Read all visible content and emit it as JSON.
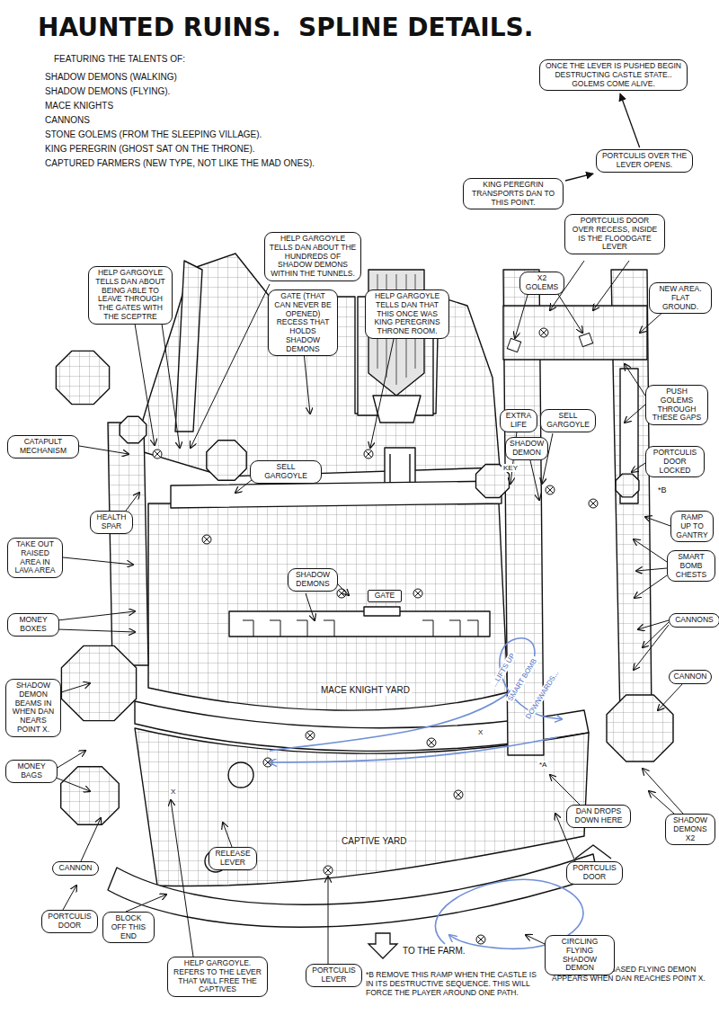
{
  "diagram": {
    "title": "HAUNTED RUINS.  SPLINE DETAILS.",
    "nodes": [
      {
        "text": [
          "ONCE THE LEVER IS PUSHED BEGIN DESTRUCTING CASTLE STATE.. GOLEMS COME ALIVE."
        ]
      },
      {
        "text": [
          "PORTCULIS OVER THE LEVER OPENS."
        ]
      },
      {
        "text": [
          "KING PEREGRIN TRANSPORTS DAN TO THIS POINT."
        ]
      },
      {
        "text": [
          "PORTCULIS DOOR OVER RECESS, INSIDE IS THE FLOODGATE LEVER"
        ]
      },
      {
        "text": [
          "HELP GARGOYLE TELLS DAN ABOUT THE HUNDREDS OF SHADOW DEMONS WITHIN THE TUNNELS."
        ]
      },
      {
        "text": [
          "HELP GARGOYLE TELLS DAN ABOUT BEING ABLE TO LEAVE THROUGH THE GATES WITH THE SCEPTRE"
        ]
      },
      {
        "text": [
          "X2 GOLEMS"
        ]
      },
      {
        "text": [
          "NEW AREA. FLAT GROUND."
        ]
      },
      {
        "text": [
          "GATE (THAT CAN NEVER BE OPENED) RECESS THAT HOLDS SHADOW DEMONS"
        ]
      },
      {
        "text": [
          "HELP GARGOYLE TELLS DAN THAT THIS ONCE WAS KING PEREGRINS THRONE ROOM."
        ]
      },
      {
        "text": [
          "PUSH GOLEMS THROUGH THESE GAPS"
        ]
      },
      {
        "text": [
          "EXTRA LIFE"
        ]
      },
      {
        "text": [
          "SELL GARGOYLE"
        ]
      },
      {
        "text": [
          "CATAPULT MECHANISM"
        ]
      },
      {
        "text": [
          "SHADOW DEMON"
        ]
      },
      {
        "text": [
          "PORTCULIS DOOR LOCKED"
        ]
      },
      {
        "text": [
          "SELL GARGOYLE"
        ]
      },
      {
        "text": [
          "HEALTH SPAR"
        ]
      },
      {
        "text": [
          "RAMP UP TO GANTRY"
        ]
      },
      {
        "text": [
          "TAKE OUT RAISED AREA IN LAVA AREA"
        ]
      },
      {
        "text": [
          "SMART BOMB CHESTS"
        ]
      },
      {
        "text": [
          "SHADOW DEMONS"
        ]
      },
      {
        "text": [
          "GATE"
        ]
      },
      {
        "text": [
          "MONEY BOXES"
        ]
      },
      {
        "text": [
          "CANNONS"
        ]
      },
      {
        "text": [
          "CANNON"
        ]
      },
      {
        "text": [
          "SHADOW DEMON BEAMS IN WHEN DAN NEARS POINT X."
        ]
      },
      {
        "text": [
          "MONEY BAGS"
        ]
      },
      {
        "text": [
          "DAN DROPS DOWN HERE"
        ]
      },
      {
        "text": [
          "SHADOW DEMONS X2"
        ]
      },
      {
        "text": [
          "RELEASE LEVER"
        ]
      },
      {
        "text": [
          "PORTCULIS DOOR"
        ]
      },
      {
        "text": [
          "CANNON"
        ]
      },
      {
        "text": [
          "PORTCULIS DOOR"
        ]
      },
      {
        "text": [
          "BLOCK OFF THIS END"
        ]
      },
      {
        "text": [
          "CIRCLING FLYING SHADOW DEMON"
        ]
      },
      {
        "text": [
          "HELP GARGOYLE. REFERS TO THE LEVER THAT WILL FREE THE CAPTIVES"
        ]
      },
      {
        "text": [
          "PORTCULIS LEVER"
        ]
      }
    ],
    "edges": [
      {
        "from": 2,
        "to": 1,
        "arrow": "to"
      },
      {
        "from": 1,
        "to": 0,
        "arrow": "to"
      }
    ],
    "labels": [
      "FEATURING THE TALENTS OF:",
      "SHADOW DEMONS (WALKING)",
      "SHADOW DEMONS (FLYING).",
      "MACE KNIGHTS",
      "CANNONS",
      "STONE GOLEMS (FROM THE SLEEPING VILLAGE).",
      "KING PEREGRIN (GHOST SAT ON THE THRONE).",
      "CAPTURED FARMERS (NEW TYPE, NOT LIKE THE MAD ONES).",
      "MACE KNIGHT YARD",
      "CAPTIVE YARD",
      "TO THE FARM.",
      "*A THIS SPLINE BASED FLYING DEMON APPEARS WHEN DAN REACHES POINT X.",
      "*B REMOVE THIS RAMP WHEN THE CASTLE IS IN ITS DESTRUCTIVE SEQUENCE. THIS WILL FORCE THE PLAYER AROUND ONE PATH.",
      "...LIFTS UP",
      "SMART BOMB",
      "DOWNWARDS...",
      "*A",
      "*B",
      "X",
      "X",
      "KEY"
    ]
  }
}
